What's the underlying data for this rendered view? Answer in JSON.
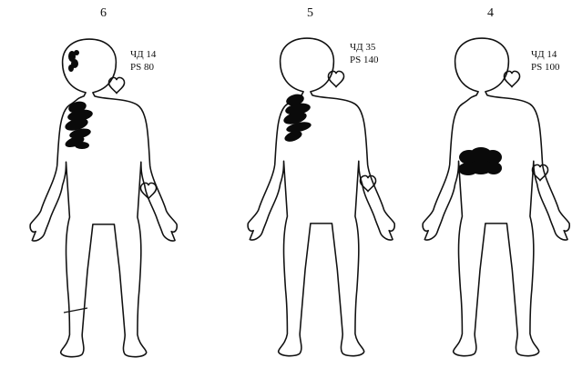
{
  "figures": [
    {
      "number": "6",
      "vitals": {
        "rr": "ЧД 14",
        "ps": "PS 80"
      },
      "lesions": [
        "head",
        "upper-right-chest"
      ],
      "marks": [
        "shin-line"
      ],
      "hearts": 2
    },
    {
      "number": "5",
      "vitals": {
        "rr": "ЧД 35",
        "ps": "PS 140"
      },
      "lesions": [
        "upper-right-chest"
      ],
      "marks": [],
      "hearts": 2
    },
    {
      "number": "4",
      "vitals": {
        "rr": "ЧД 14",
        "ps": "PS 100"
      },
      "lesions": [
        "lower-abdomen"
      ],
      "marks": [],
      "hearts": 2
    }
  ],
  "colors": {
    "outline": "#111111",
    "lesion": "#0a0a0a",
    "background": "#ffffff"
  }
}
